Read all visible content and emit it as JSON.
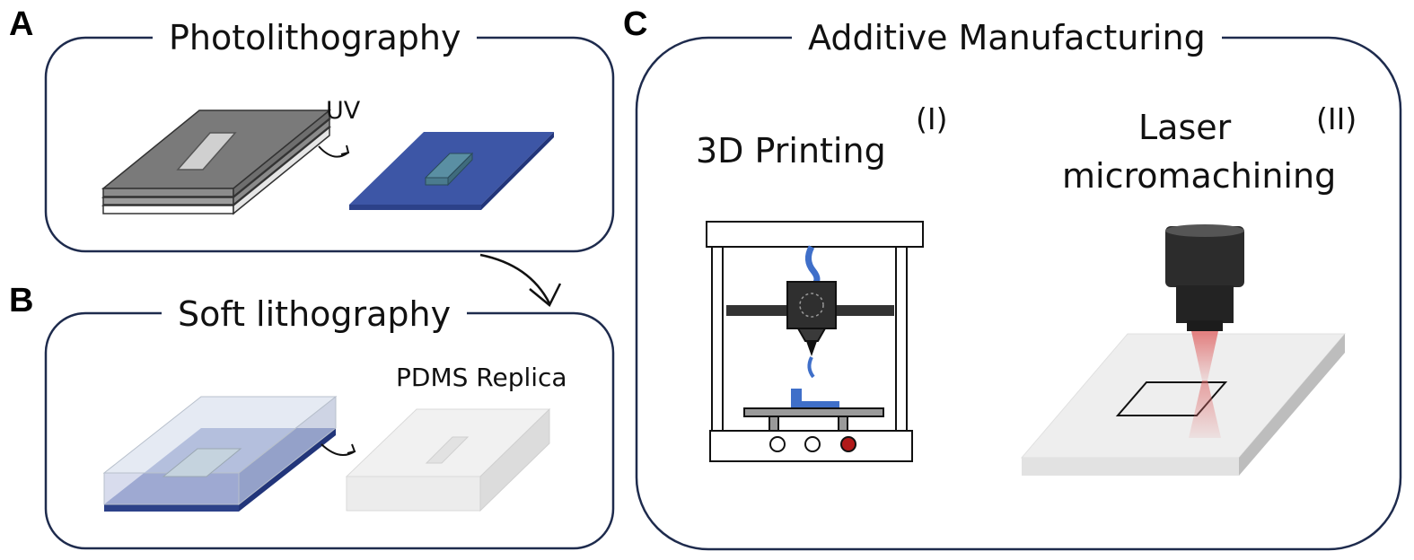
{
  "panels": {
    "a": {
      "letter": "A",
      "title": "Photolithography",
      "uv_label": "UV"
    },
    "b": {
      "letter": "B",
      "title": "Soft lithography",
      "replica_label": "PDMS Replica"
    },
    "c": {
      "letter": "C",
      "title": "Additive Manufacturing",
      "printing_label": "3D Printing",
      "printing_index": "(I)",
      "laser_label_line1": "Laser",
      "laser_label_line2": "micromachining",
      "laser_index": "(II)"
    }
  },
  "colors": {
    "frame": "#1e2b4d",
    "substrate_blue": "#3d56a6",
    "photoresist_gray": "#7a7a7a",
    "mold_teal": "#5a8fa3",
    "filament_blue": "#3f6fc9",
    "laser_red": "#e06a6a",
    "button_red": "#b11a1a"
  }
}
